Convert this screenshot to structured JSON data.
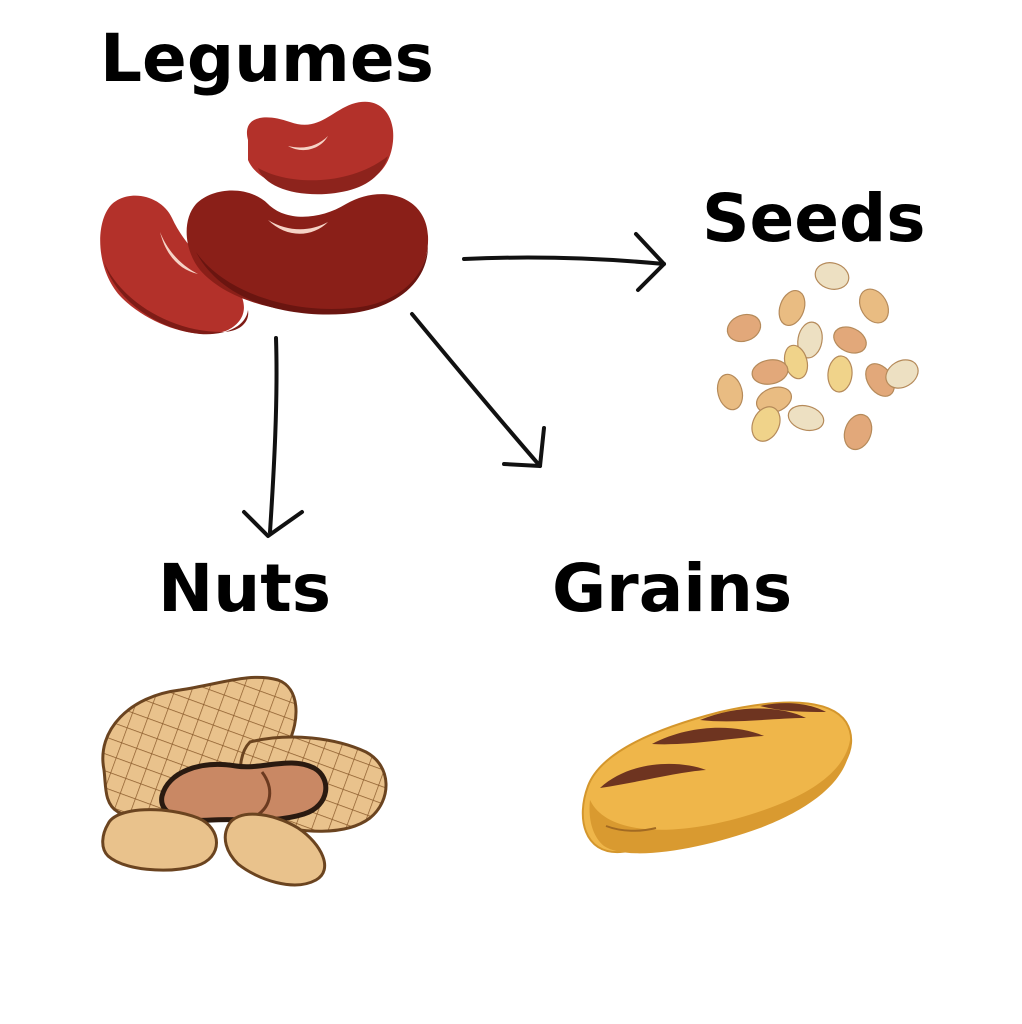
{
  "labels": {
    "legumes": "Legumes",
    "seeds": "Seeds",
    "nuts": "Nuts",
    "grains": "Grains"
  },
  "icons": {
    "legumes": "kidney-beans-icon",
    "seeds": "seed-pile-icon",
    "nuts": "peanuts-icon",
    "grains": "bread-loaf-icon"
  },
  "colors": {
    "text": "#000000",
    "bean_light": "#b3312a",
    "bean_dark": "#7e1c16",
    "peanut_shell": "#e8c08a",
    "peanut_kernel": "#c98864",
    "bread": "#efb64a",
    "bread_score": "#6e3420",
    "arrow": "#111111"
  }
}
